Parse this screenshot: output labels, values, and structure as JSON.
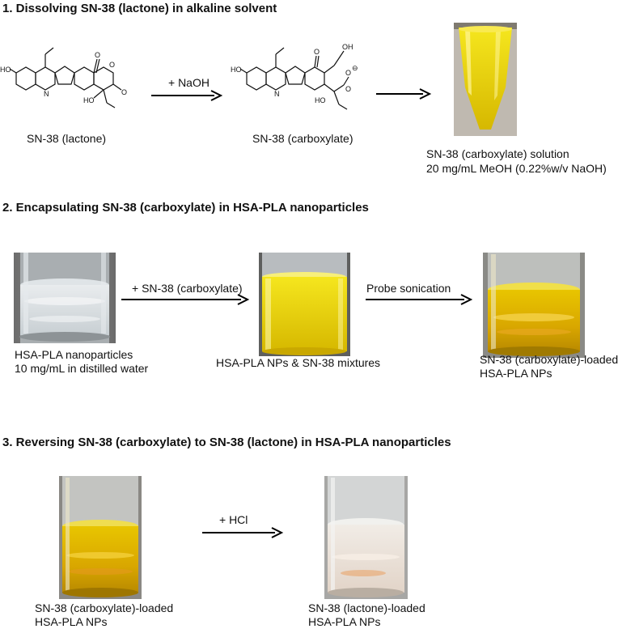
{
  "section1": {
    "heading": "1. Dissolving SN-38 (lactone) in alkaline solvent",
    "mol1_label": "SN-38 (lactone)",
    "arrow1_label": "+ NaOH",
    "mol2_label": "SN-38 (carboxylate)",
    "solution_label_line1": "SN-38 (carboxylate) solution",
    "solution_label_line2": "20 mg/mL MeOH (0.22%w/v NaOH)",
    "atoms": {
      "ho": "HO",
      "oh": "OH",
      "o": "O",
      "n": "N",
      "neg": "⊖"
    }
  },
  "section2": {
    "heading": "2. Encapsulating SN-38 (carboxylate) in HSA-PLA nanoparticles",
    "vial1_line1": "HSA-PLA nanoparticles",
    "vial1_line2": "10 mg/mL in distilled water",
    "arrow1_label": "+ SN-38 (carboxylate)",
    "vial2_label": "HSA-PLA NPs & SN-38 mixtures",
    "arrow2_label": "Probe sonication",
    "vial3_line1": "SN-38 (carboxylate)-loaded",
    "vial3_line2": "HSA-PLA NPs"
  },
  "section3": {
    "heading": "3. Reversing SN-38 (carboxylate) to SN-38 (lactone) in HSA-PLA nanoparticles",
    "vial1_line1": "SN-38 (carboxylate)-loaded",
    "vial1_line2": "HSA-PLA NPs",
    "arrow_label": "+ HCl",
    "vial2_line1": "SN-38 (lactone)-loaded",
    "vial2_line2": "HSA-PLA NPs"
  },
  "colors": {
    "yellow": "#e8c800",
    "bright_yellow": "#f4e21a",
    "glass": "#d8dde0"
  }
}
